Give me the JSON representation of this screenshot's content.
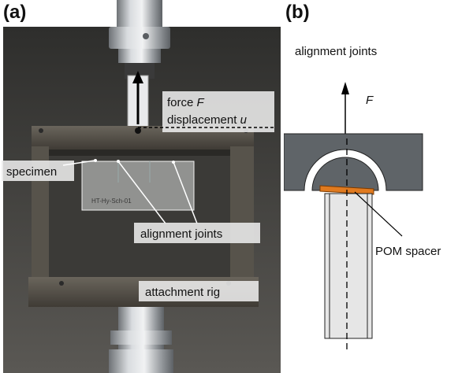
{
  "panels": {
    "a": {
      "label": "(a)"
    },
    "b": {
      "label": "(b)"
    }
  },
  "photo": {
    "labels": {
      "force": "force F",
      "force_prefix": "force ",
      "force_var": "F",
      "displacement_prefix": "displacement ",
      "displacement_var": "u",
      "specimen": "specimen",
      "specimen_marking": "HT-Hy-Sch-01",
      "alignment_joints": "alignment joints",
      "attachment_rig": "attachment rig"
    }
  },
  "schematic": {
    "title": "alignment joints",
    "force_var": "F",
    "spacer_label": "POM spacer"
  },
  "colors": {
    "rig_dark": "#4d4a44",
    "steel": "#b9bcbf",
    "schematic_fill": "#5f6468",
    "spacer": "#e07a1f",
    "specimen_fill": "#e6e6e6"
  }
}
